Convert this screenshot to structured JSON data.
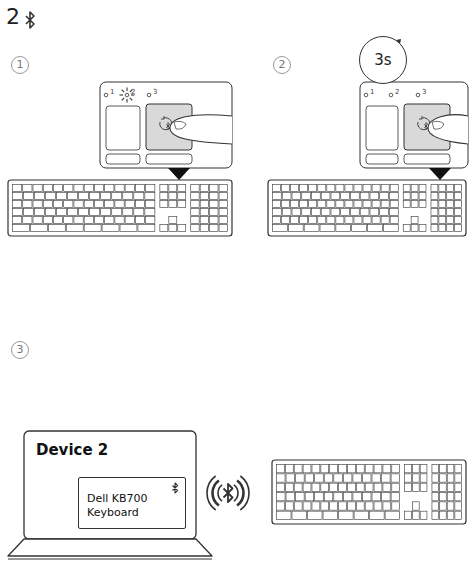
{
  "diagram": {
    "title": "2",
    "nodes": [
      {
        "text": [
          "1"
        ]
      },
      {
        "text": [
          "2"
        ]
      },
      {
        "text": [
          "3s"
        ]
      },
      {
        "text": [
          "3"
        ]
      },
      {
        "text": [
          "Device 2"
        ]
      },
      {
        "text": [
          "Dell KB700 Keyboard"
        ],
        "in": 4
      }
    ],
    "labels": [
      "1",
      "2",
      "3",
      "1",
      "2",
      "3"
    ]
  }
}
